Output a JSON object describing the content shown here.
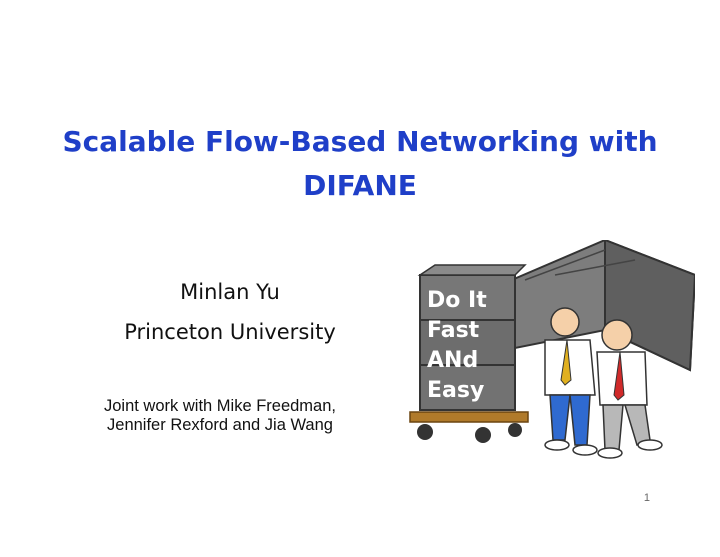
{
  "slide": {
    "title": "Scalable Flow-Based Networking with DIFANE",
    "author_name": "Minlan Yu",
    "author_affiliation": "Princeton University",
    "joint_work_line1": "Joint work with Mike Freedman,",
    "joint_work_line2": "Jennifer Rexford and Jia Wang",
    "page_number": "1"
  },
  "illustration": {
    "lines": [
      "Do It",
      "Fast",
      "ANd",
      "Easy"
    ],
    "title_color": "#1f3fc8"
  }
}
